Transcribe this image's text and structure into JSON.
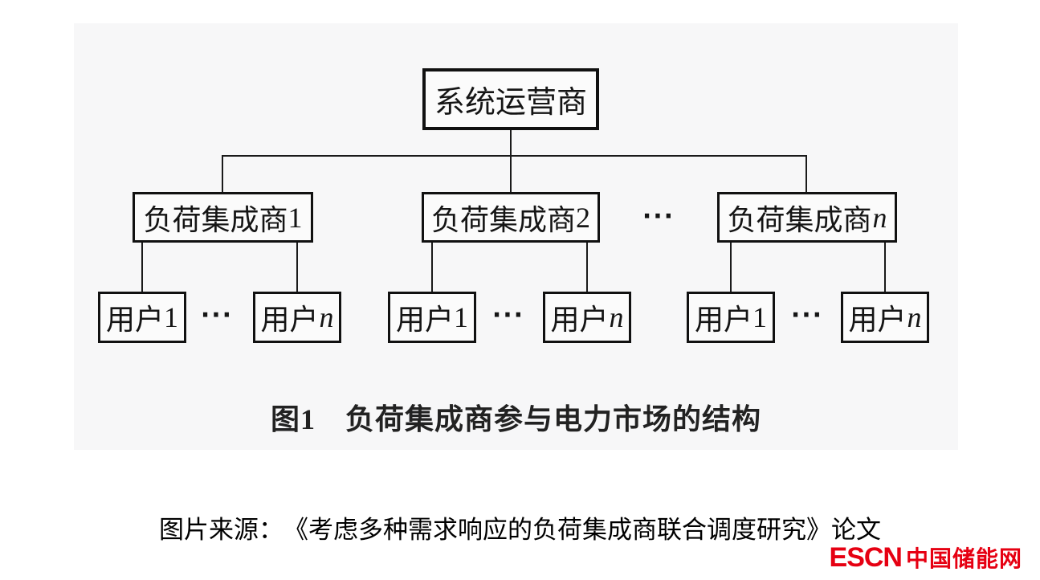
{
  "figure": {
    "panel_bg": "#f7f7f8",
    "line_color": "#1a1a1a",
    "root": {
      "label": "系统运营商"
    },
    "aggregators": [
      {
        "label": "负荷集成商",
        "suffix": "1"
      },
      {
        "label": "负荷集成商",
        "suffix": "2"
      },
      {
        "label": "负荷集成商",
        "suffix": "n"
      }
    ],
    "ellipsis": "···",
    "user": {
      "label": "用户",
      "first_suffix": "1",
      "last_suffix": "n"
    },
    "caption": "图1　负荷集成商参与电力市场的结构"
  },
  "source_line": "图片来源：　《考虑多种需求响应的负荷集成商联合调度研究》论文",
  "logo": {
    "latin": "ESCN",
    "chinese": "中国储能网",
    "color": "#e60012"
  }
}
